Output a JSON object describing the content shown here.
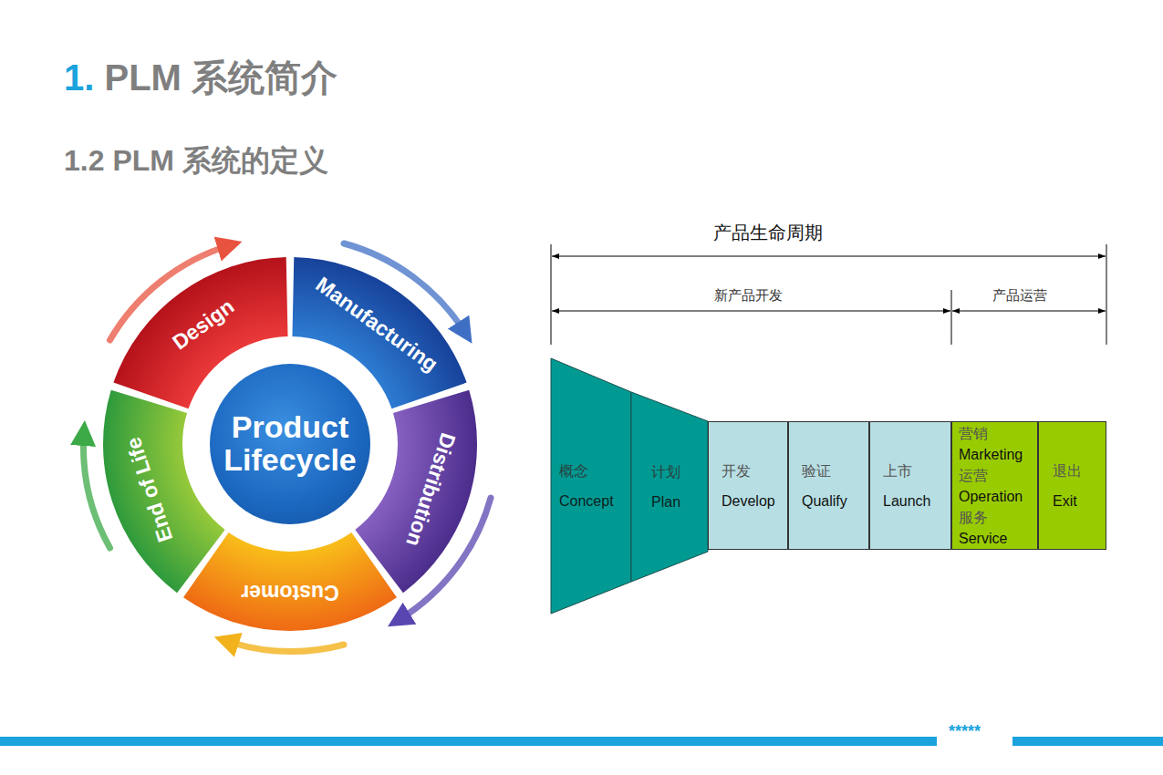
{
  "diagram": {
    "title": "1. PLM 系统简介",
    "nodes": [
      {
        "text": [
          "Product Lifecycle"
        ]
      },
      {
        "text": [
          "Design"
        ]
      },
      {
        "text": [
          "Manufacturing"
        ]
      },
      {
        "text": [
          "Distribution"
        ]
      },
      {
        "text": [
          "Customer"
        ]
      },
      {
        "text": [
          "End of Life"
        ]
      },
      {
        "text": [
          "概念",
          "Concept"
        ]
      },
      {
        "text": [
          "计划",
          "Plan"
        ]
      },
      {
        "text": [
          "开发",
          "Develop"
        ]
      },
      {
        "text": [
          "验证",
          "Qualify"
        ]
      },
      {
        "text": [
          "上市",
          "Launch"
        ]
      },
      {
        "text": [
          "营销",
          "Marketing",
          "运营",
          "Operation",
          "服务",
          "Service"
        ]
      },
      {
        "text": [
          "退出",
          "Exit"
        ]
      }
    ],
    "labels": [
      "1.2 PLM 系统的定义",
      "产品生命周期",
      "新产品开发",
      "产品运营",
      "*****"
    ]
  }
}
